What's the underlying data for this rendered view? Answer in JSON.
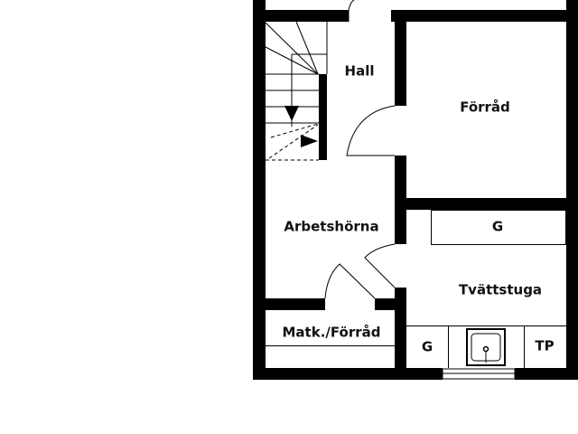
{
  "floorplan": {
    "rooms": {
      "hall": "Hall",
      "forrad": "Förråd",
      "arbetshorna": "Arbetshörna",
      "tvattstuga": "Tvättstuga",
      "matk_forrad": "Matk./Förråd"
    },
    "fixtures": {
      "g_upper": "G",
      "g_lower": "G",
      "tp": "TP"
    }
  }
}
